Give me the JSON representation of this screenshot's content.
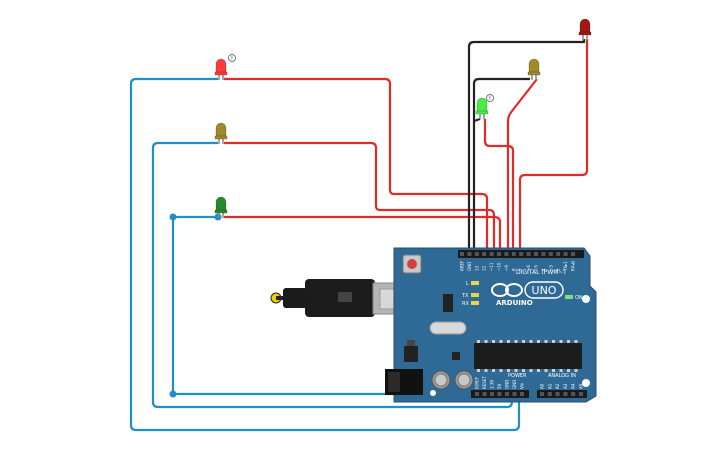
{
  "board": {
    "brand": "ARDUINO",
    "model": "UNO",
    "digital_label": "DIGITAL (PWM~)",
    "power_label": "POWER",
    "analog_label": "ANALOG IN",
    "on_label": "ON",
    "led_l": "L",
    "led_tx": "TX",
    "led_rx": "RX",
    "digital_pins": [
      "AREF",
      "GND",
      "13",
      "12",
      "~11",
      "~10",
      "~9",
      "8",
      "7",
      "~6",
      "~5",
      "4",
      "~3",
      "2",
      "TX▸1",
      "RX◂0"
    ],
    "power_pins": [
      "IOREF",
      "RESET",
      "3.3V",
      "5V",
      "GND",
      "GND",
      "Vin"
    ],
    "analog_pins": [
      "A0",
      "A1",
      "A2",
      "A3",
      "A4",
      "A5"
    ]
  },
  "leds": [
    {
      "id": "red-left",
      "color": "#ff3b3b",
      "badge": "!"
    },
    {
      "id": "yellow-left",
      "color": "#a08a2a",
      "badge": ""
    },
    {
      "id": "green-left",
      "color": "#2a8a2a",
      "badge": ""
    },
    {
      "id": "green-right",
      "color": "#44ee44",
      "badge": "!"
    },
    {
      "id": "yellow-right",
      "color": "#a08a2a",
      "badge": ""
    },
    {
      "id": "red-right",
      "color": "#a01818",
      "badge": ""
    }
  ],
  "colors": {
    "wire_red": "#e02b2b",
    "wire_blue": "#1e8fc8",
    "wire_black": "#222222",
    "board": "#2f6a96",
    "board_dark": "#234f72"
  }
}
